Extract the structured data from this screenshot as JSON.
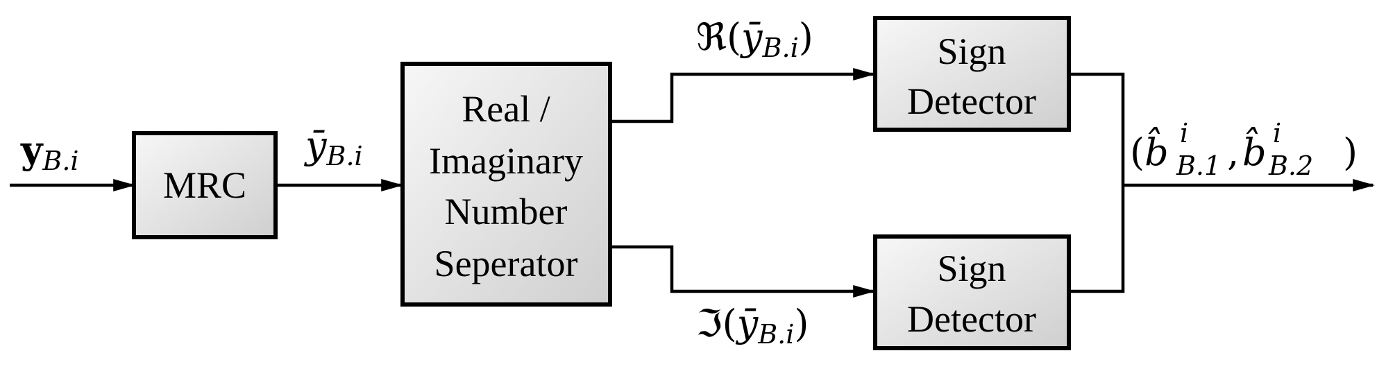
{
  "blocks": {
    "mrc": {
      "label": "MRC"
    },
    "separator": {
      "lines": [
        "Real /",
        "Imaginary",
        "Number",
        "Seperator"
      ]
    },
    "detector_top": {
      "lines": [
        "Sign",
        "Detector"
      ]
    },
    "detector_bottom": {
      "lines": [
        "Sign",
        "Detector"
      ]
    }
  },
  "signals": {
    "input": {
      "sym": "y",
      "sub": "B.i"
    },
    "mrc_out": {
      "sym": "ȳ",
      "sub": "B.i"
    },
    "real_part": {
      "op": "ℜ",
      "open": "(",
      "sym": "ȳ",
      "sub": "B.i",
      "close": ")"
    },
    "imag_part": {
      "op": "ℑ",
      "open": "(",
      "sym": "ȳ",
      "sub": "B.i",
      "close": ")"
    },
    "output": {
      "open": "(",
      "sym1": "b̂",
      "sup1": "i",
      "sub1": "B.1",
      "comma": ", ",
      "sym2": "b̂",
      "sup2": "i",
      "sub2": "B.2",
      "close": ")"
    }
  }
}
